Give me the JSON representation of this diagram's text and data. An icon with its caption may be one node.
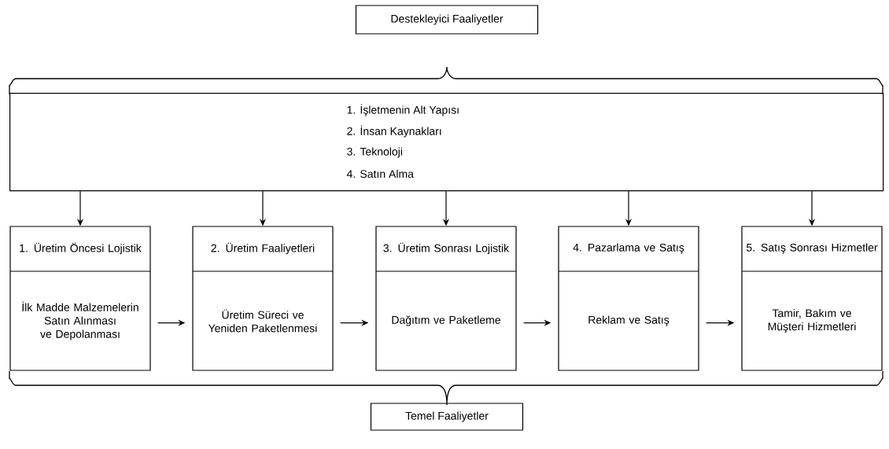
{
  "diagram": {
    "nodes": [
      {
        "text": [
          "Destekleyici Faaliyetler"
        ]
      },
      {
        "text": [
          "1. İşletmenin Alt Yapısı",
          "2. İnsan Kaynakları",
          "3. Teknoloji",
          "4. Satın Alma"
        ]
      },
      {
        "text": [
          "1. Üretim Öncesi Lojistik",
          "İlk Madde Malzemelerin Satın Alınması ve Depolanması"
        ]
      },
      {
        "text": [
          "2. Üretim Faaliyetleri",
          "Üretim Süreci ve Yeniden Paketlenmesi"
        ]
      },
      {
        "text": [
          "3. Üretim Sonrası Lojistik",
          "Dağıtım ve Paketleme"
        ]
      },
      {
        "text": [
          "4. Pazarlama ve Satış",
          "Reklam ve Satış"
        ]
      },
      {
        "text": [
          "5. Satış Sonrası Hizmetler",
          "Tamir, Bakım ve Müşteri Hizmetleri"
        ]
      },
      {
        "text": [
          "Temel Faaliyetler"
        ]
      }
    ],
    "edges": [
      {
        "from": 1,
        "to": 2,
        "arrow": "to"
      },
      {
        "from": 1,
        "to": 3,
        "arrow": "to"
      },
      {
        "from": 1,
        "to": 4,
        "arrow": "to"
      },
      {
        "from": 1,
        "to": 5,
        "arrow": "to"
      },
      {
        "from": 1,
        "to": 6,
        "arrow": "to"
      },
      {
        "from": 2,
        "to": 3,
        "arrow": "to"
      },
      {
        "from": 3,
        "to": 4,
        "arrow": "to"
      },
      {
        "from": 4,
        "to": 5,
        "arrow": "to"
      },
      {
        "from": 5,
        "to": 6,
        "arrow": "to"
      }
    ]
  }
}
